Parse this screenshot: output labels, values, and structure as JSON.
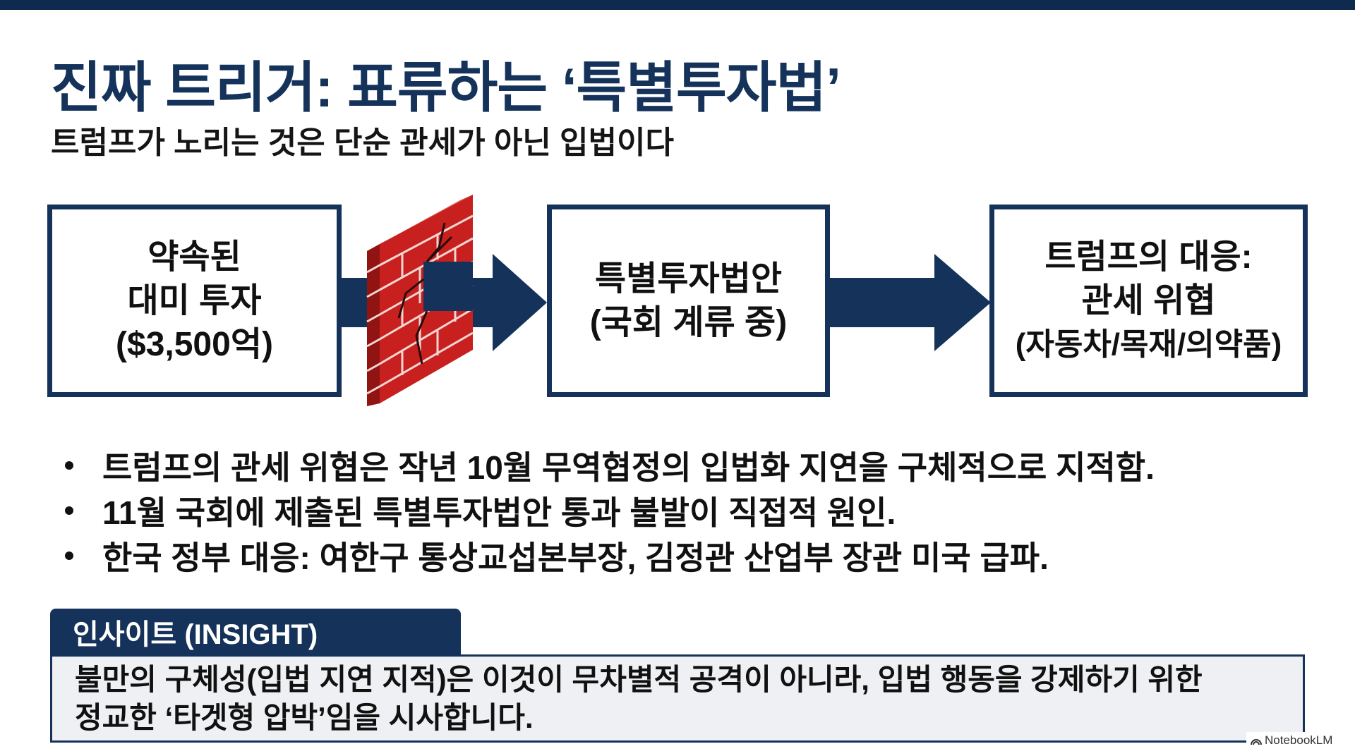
{
  "title": "진짜 트리거: 표류하는 ‘특별투자법’",
  "subtitle": "트럼프가 노리는 것은 단순 관세가 아닌 입법이다",
  "flow": {
    "box1": [
      "약속된",
      "대미 투자",
      "($3,500억)"
    ],
    "box2": [
      "특별투자법안",
      "(국회 계류 중)"
    ],
    "box3": [
      "트럼프의 대응:",
      "관세 위협",
      "(자동차/목재/의약품)"
    ]
  },
  "bullets": [
    "트럼프의 관세 위협은 작년 10월 무역협정의 입법화 지연을 구체적으로 지적함.",
    "11월 국회에 제출된 특별투자법안 통과 불발이 직접적 원인.",
    "한국 정부 대응: 여한구 통상교섭본부장, 김정관 산업부 장관 미국 급파."
  ],
  "insight": {
    "label": "인사이트 (INSIGHT)",
    "lines": [
      "불만의 구체성(입법 지연 지적)은 이것이 무차별적 공격이 아니라, 입법 행동을 강제하기 위한",
      "정교한 ‘타겟형 압박’임을 시사합니다."
    ]
  },
  "watermark": "NotebookLM",
  "colors": {
    "navy": "#14325a",
    "brick": "#c8201e",
    "insight_bg": "#eef0f3"
  }
}
